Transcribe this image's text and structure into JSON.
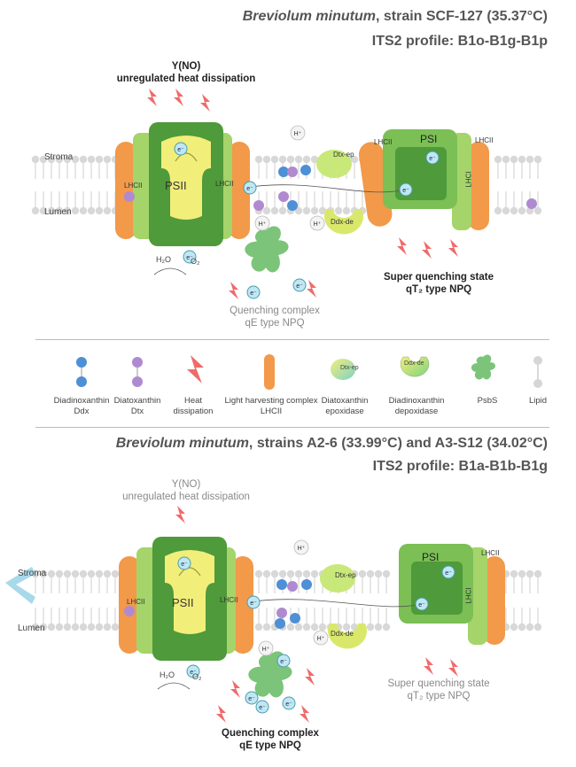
{
  "panel1": {
    "title_species": "Breviolum minutum",
    "title_rest": ", strain SCF-127 (35.37°C)",
    "profile": "ITS2 profile: B1o-B1g-B1p",
    "yno_line1": "Y(NO)",
    "yno_line2": "unregulated heat dissipation",
    "stroma": "Stroma",
    "lumen": "Lumen",
    "psii": "PSII",
    "psi": "PSI",
    "lhcii": "LHCII",
    "lhci": "LHCI",
    "dtx_ep": "Dtx-ep",
    "ddx_de": "Ddx-de",
    "h2o": "H₂O",
    "o2": "O₂",
    "electron": "e⁻",
    "proton": "H⁺",
    "quench1": "Quenching complex",
    "quench2": "qE type NPQ",
    "super1": "Super quenching state",
    "super2": "qT₂ type NPQ"
  },
  "legend": {
    "items": [
      {
        "l1": "Diadinoxanthin",
        "l2": "Ddx"
      },
      {
        "l1": "Diatoxanthin",
        "l2": "Dtx"
      },
      {
        "l1": "Heat",
        "l2": "dissipation"
      },
      {
        "l1": "Light harvesting complex",
        "l2": "LHCII"
      },
      {
        "l1": "Diatoxanthin",
        "l2": "epoxidase"
      },
      {
        "l1": "Diadinoxanthin",
        "l2": "depoxidase"
      },
      {
        "l1": "PsbS",
        "l2": ""
      },
      {
        "l1": "Lipid",
        "l2": ""
      }
    ],
    "dtx_ep_icon": "Dtx-ep",
    "ddx_de_icon": "Ddx-de"
  },
  "panel2": {
    "title_species": "Breviolum minutum",
    "title_rest": ", strains A2-6 (33.99°C) and A3-S12 (34.02°C)",
    "profile": "ITS2 profile: B1a-B1b-B1g",
    "yno_line1": "Y(NO)",
    "yno_line2": "unregulated heat dissipation",
    "stroma": "Stroma",
    "lumen": "Lumen",
    "psii": "PSII",
    "psi": "PSI",
    "lhcii": "LHCII",
    "lhci": "LHCI",
    "dtx_ep": "Dtx-ep",
    "ddx_de": "Ddx-de",
    "h2o": "H₂O",
    "o2": "O₂",
    "electron": "e⁻",
    "proton": "H⁺",
    "quench1": "Quenching complex",
    "quench2": "qE type NPQ",
    "super1": "Super quenching state",
    "super2": "qT₂ type NPQ"
  },
  "colors": {
    "orange": "#f2994a",
    "green_dark": "#4f9a3a",
    "green_light": "#a5d46a",
    "yellow": "#f2ee7a",
    "blue": "#4e8fd6",
    "purple": "#b08ad0",
    "red": "#f06a6a",
    "cyan": "#bfe8f2",
    "lipid": "#cfcfcf"
  }
}
